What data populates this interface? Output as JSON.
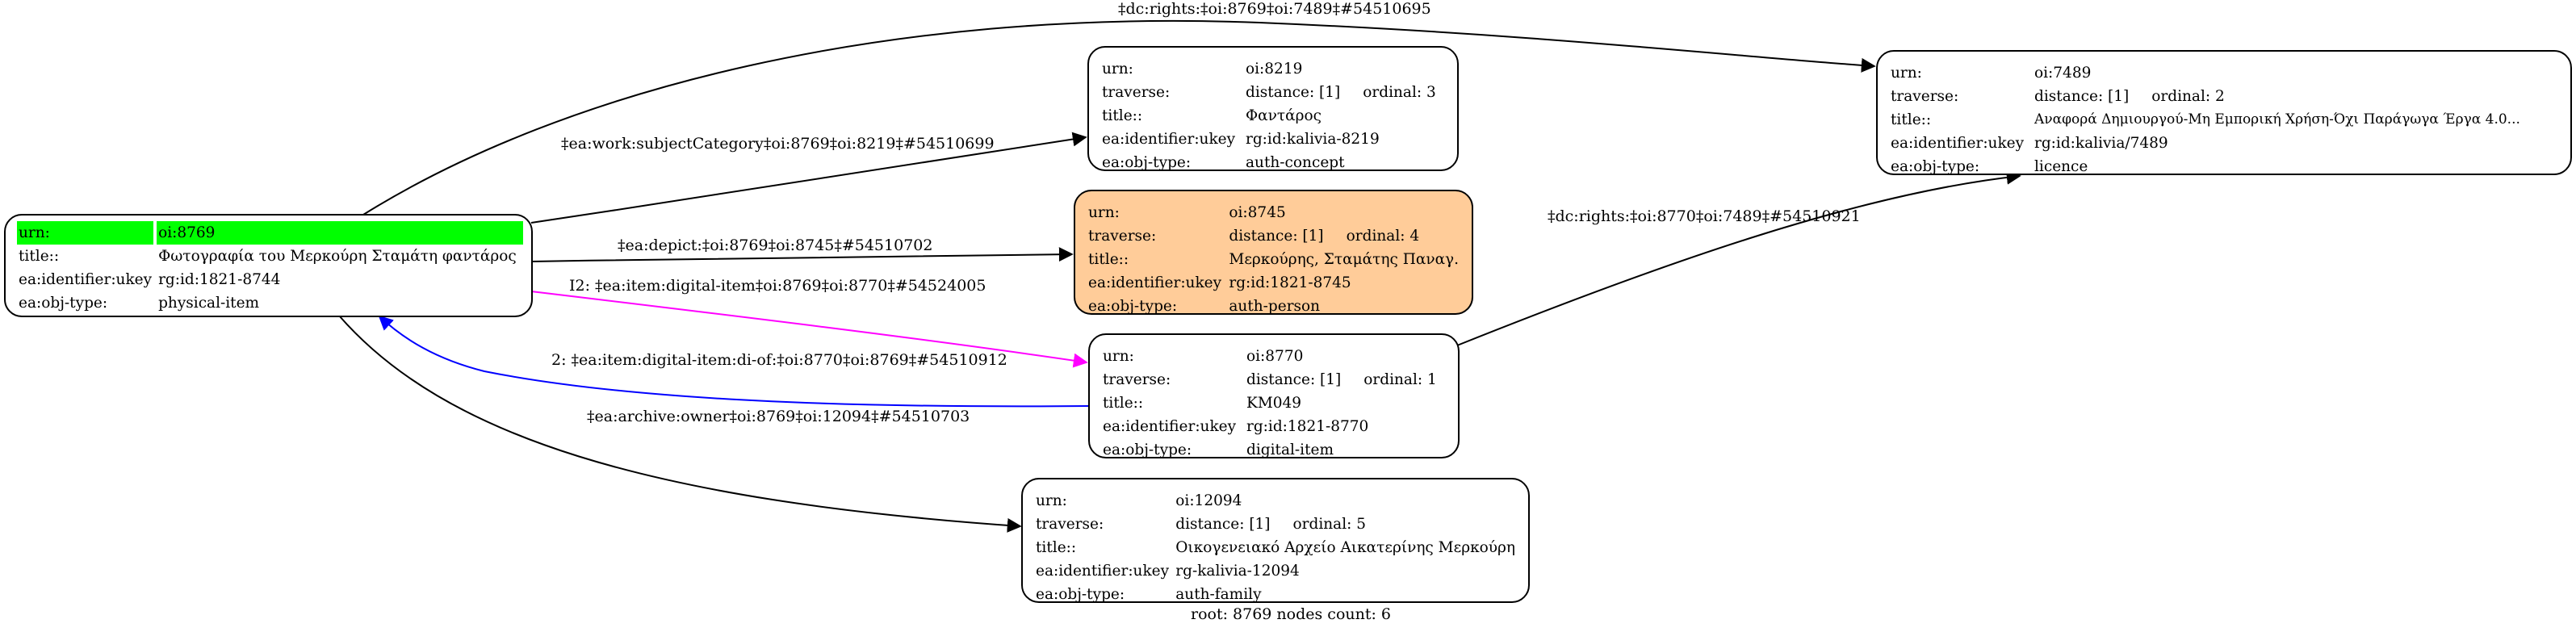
{
  "graph": {
    "footer": "root: 8769 nodes count: 6",
    "colors": {
      "root_highlight": "#00ff00",
      "person_fill": "#ffcc99",
      "edge_default": "#000000",
      "edge_digital_item": "#ff00ff",
      "edge_digital_item_of": "#0000ff"
    },
    "nodes": [
      {
        "id": "8769",
        "root": true,
        "rows": [
          {
            "key": "urn:",
            "value": "oi:8769"
          },
          {
            "key": "title::",
            "value": "Φωτογραφία του Μερκούρη Σταμάτη φαντάρος"
          },
          {
            "key": "ea:identifier:ukey",
            "value": "rg:id:1821-8744"
          },
          {
            "key": "ea:obj-type:",
            "value": "physical-item"
          }
        ]
      },
      {
        "id": "8219",
        "rows": [
          {
            "key": "urn:",
            "value": "oi:8219"
          },
          {
            "key": "traverse:",
            "distance": "distance: [1]",
            "ordinal": "ordinal: 3"
          },
          {
            "key": "title::",
            "value": "Φαντάρος"
          },
          {
            "key": "ea:identifier:ukey",
            "value": "rg:id:kalivia-8219"
          },
          {
            "key": "ea:obj-type:",
            "value": "auth-concept"
          }
        ]
      },
      {
        "id": "8745",
        "rows": [
          {
            "key": "urn:",
            "value": "oi:8745"
          },
          {
            "key": "traverse:",
            "distance": "distance: [1]",
            "ordinal": "ordinal: 4"
          },
          {
            "key": "title::",
            "value": "Μερκούρης, Σταμάτης Παναγ."
          },
          {
            "key": "ea:identifier:ukey",
            "value": "rg:id:1821-8745"
          },
          {
            "key": "ea:obj-type:",
            "value": "auth-person"
          }
        ]
      },
      {
        "id": "8770",
        "rows": [
          {
            "key": "urn:",
            "value": "oi:8770"
          },
          {
            "key": "traverse:",
            "distance": "distance: [1]",
            "ordinal": "ordinal: 1"
          },
          {
            "key": "title::",
            "value": "KM049"
          },
          {
            "key": "ea:identifier:ukey",
            "value": "rg:id:1821-8770"
          },
          {
            "key": "ea:obj-type:",
            "value": "digital-item"
          }
        ]
      },
      {
        "id": "12094",
        "rows": [
          {
            "key": "urn:",
            "value": "oi:12094"
          },
          {
            "key": "traverse:",
            "distance": "distance: [1]",
            "ordinal": "ordinal: 5"
          },
          {
            "key": "title::",
            "value": "Οικογενειακό Αρχείο Αικατερίνης Μερκούρη"
          },
          {
            "key": "ea:identifier:ukey",
            "value": "rg-kalivia-12094"
          },
          {
            "key": "ea:obj-type:",
            "value": "auth-family"
          }
        ]
      },
      {
        "id": "7489",
        "rows": [
          {
            "key": "urn:",
            "value": "oi:7489"
          },
          {
            "key": "traverse:",
            "distance": "distance: [1]",
            "ordinal": "ordinal: 2"
          },
          {
            "key": "title::",
            "value": "Αναφορά Δημιουργού-Μη Εμπορική Χρήση-Όχι Παράγωγα Έργα 4.0..."
          },
          {
            "key": "ea:identifier:ukey",
            "value": "rg:id:kalivia/7489"
          },
          {
            "key": "ea:obj-type:",
            "value": "licence"
          }
        ]
      }
    ],
    "edges": [
      {
        "from": "8769",
        "to": "7489",
        "label": "‡dc:rights:‡oi:8769‡oi:7489‡#54510695",
        "color": "#000000"
      },
      {
        "from": "8769",
        "to": "8219",
        "label": "‡ea:work:subjectCategory‡oi:8769‡oi:8219‡#54510699",
        "color": "#000000"
      },
      {
        "from": "8769",
        "to": "8745",
        "label": "‡ea:depict:‡oi:8769‡oi:8745‡#54510702",
        "color": "#000000"
      },
      {
        "from": "8769",
        "to": "8770",
        "label": "I2: ‡ea:item:digital-item‡oi:8769‡oi:8770‡#54524005",
        "color": "#ff00ff"
      },
      {
        "from": "8770",
        "to": "8769",
        "label": "2: ‡ea:item:digital-item:di-of:‡oi:8770‡oi:8769‡#54510912",
        "color": "#0000ff"
      },
      {
        "from": "8769",
        "to": "12094",
        "label": "‡ea:archive:owner‡oi:8769‡oi:12094‡#54510703",
        "color": "#000000"
      },
      {
        "from": "8770",
        "to": "7489",
        "label": "‡dc:rights:‡oi:8770‡oi:7489‡#54510921",
        "color": "#000000"
      }
    ]
  }
}
